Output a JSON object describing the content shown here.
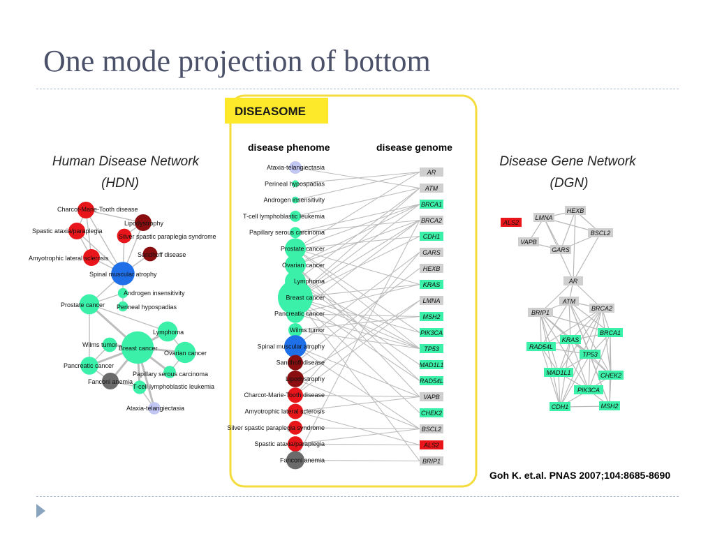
{
  "slide": {
    "title": "One mode projection of bottom",
    "citation": "Goh K. et.al. PNAS 2007;104:8685-8690"
  },
  "colors": {
    "cancer": "#3bf0a8",
    "neuro": "#e8161a",
    "sma": "#1f6fe8",
    "dark_red": "#8a0e10",
    "gray_node": "#6b6b6b",
    "light_blue": "#c2c6f2",
    "gene_gray": "#cfcfcf",
    "gene_green": "#3bf0a8",
    "gene_red": "#e8161a",
    "badge": "#fde92a",
    "frame": "#f4dc3c"
  },
  "hdn": {
    "title_line1": "Human Disease Network",
    "title_line2": "(HDN)",
    "nodes": [
      {
        "id": "cmt",
        "label": "Charcot-Marie-Tooth disease",
        "color": "neuro",
        "size": 1.0
      },
      {
        "id": "lipo",
        "label": "Lipodystrophy",
        "color": "dark_red",
        "size": 1.0
      },
      {
        "id": "spastic",
        "label": "Spastic ataxia/paraplegia",
        "color": "neuro",
        "size": 1.0
      },
      {
        "id": "silver",
        "label": "Silver spastic paraplegia syndrome",
        "color": "neuro",
        "size": 0.8
      },
      {
        "id": "sandhoff",
        "label": "Sandhoff disease",
        "color": "dark_red",
        "size": 0.8
      },
      {
        "id": "als",
        "label": "Amyotrophic lateral sclerosis",
        "color": "neuro",
        "size": 1.0
      },
      {
        "id": "sma",
        "label": "Spinal muscular atrophy",
        "color": "sma",
        "size": 1.6
      },
      {
        "id": "andro",
        "label": "Androgen insensitivity",
        "color": "cancer",
        "size": 0.4
      },
      {
        "id": "perineal",
        "label": "Perineal hypospadias",
        "color": "cancer",
        "size": 0.4
      },
      {
        "id": "prostate",
        "label": "Prostate cancer",
        "color": "cancer",
        "size": 1.3
      },
      {
        "id": "lymphoma",
        "label": "Lymphoma",
        "color": "cancer",
        "size": 1.3
      },
      {
        "id": "wilms",
        "label": "Wilms tumor",
        "color": "cancer",
        "size": 0.8
      },
      {
        "id": "breast",
        "label": "Breast cancer",
        "color": "cancer",
        "size": 2.4
      },
      {
        "id": "ovarian",
        "label": "Ovarian cancer",
        "color": "cancer",
        "size": 1.4
      },
      {
        "id": "pancreatic",
        "label": "Pancreatic cancer",
        "color": "cancer",
        "size": 1.1
      },
      {
        "id": "papillary",
        "label": "Papillary serous carcinoma",
        "color": "cancer",
        "size": 0.6
      },
      {
        "id": "fanconi",
        "label": "Fanconi anemia",
        "color": "gray_node",
        "size": 1.0
      },
      {
        "id": "tcell",
        "label": "T-cell lymphoblastic leukemia",
        "color": "cancer",
        "size": 0.7
      },
      {
        "id": "ataxia",
        "label": "Ataxia-telangiectasia",
        "color": "light_blue",
        "size": 0.6
      }
    ],
    "edges": [
      [
        "cmt",
        "lipo"
      ],
      [
        "cmt",
        "spastic"
      ],
      [
        "cmt",
        "als"
      ],
      [
        "cmt",
        "sma"
      ],
      [
        "lipo",
        "sma"
      ],
      [
        "lipo",
        "silver"
      ],
      [
        "spastic",
        "als"
      ],
      [
        "spastic",
        "sma"
      ],
      [
        "silver",
        "sma"
      ],
      [
        "sandhoff",
        "sma"
      ],
      [
        "als",
        "sma"
      ],
      [
        "sma",
        "andro"
      ],
      [
        "sma",
        "prostate"
      ],
      [
        "andro",
        "perineal"
      ],
      [
        "andro",
        "prostate"
      ],
      [
        "prostate",
        "breast"
      ],
      [
        "prostate",
        "lymphoma"
      ],
      [
        "prostate",
        "pancreatic"
      ],
      [
        "breast",
        "lymphoma"
      ],
      [
        "breast",
        "ovarian"
      ],
      [
        "breast",
        "wilms"
      ],
      [
        "breast",
        "pancreatic"
      ],
      [
        "breast",
        "fanconi"
      ],
      [
        "breast",
        "papillary"
      ],
      [
        "breast",
        "tcell"
      ],
      [
        "breast",
        "ataxia"
      ],
      [
        "ovarian",
        "lymphoma"
      ],
      [
        "ovarian",
        "papillary"
      ],
      [
        "pancreatic",
        "fanconi"
      ],
      [
        "wilms",
        "pancreatic"
      ],
      [
        "tcell",
        "ataxia"
      ],
      [
        "fanconi",
        "tcell"
      ]
    ]
  },
  "diseasome": {
    "badge": "DISEASOME",
    "phenome_title": "disease phenome",
    "genome_title": "disease genome",
    "diseases": [
      {
        "label": "Ataxia-telangiectasia",
        "color": "light_blue",
        "size": 0.6
      },
      {
        "label": "Perineal hypospadias",
        "color": "cancer",
        "size": 0.2
      },
      {
        "label": "Androgen insensitivity",
        "color": "cancer",
        "size": 0.2
      },
      {
        "label": "T-cell lymphoblastic leukemia",
        "color": "cancer",
        "size": 0.5
      },
      {
        "label": "Papillary serous carcinoma",
        "color": "cancer",
        "size": 0.5
      },
      {
        "label": "Prostate cancer",
        "color": "cancer",
        "size": 1.2
      },
      {
        "label": "Ovarian cancer",
        "color": "cancer",
        "size": 1.2
      },
      {
        "label": "Lymphoma",
        "color": "cancer",
        "size": 1.2
      },
      {
        "label": "Breast cancer",
        "color": "cancer",
        "size": 2.2
      },
      {
        "label": "Pancreatic cancer",
        "color": "cancer",
        "size": 1.0
      },
      {
        "label": "Wilms tumor",
        "color": "cancer",
        "size": 0.7
      },
      {
        "label": "Spinal muscular atrophy",
        "color": "sma",
        "size": 1.3
      },
      {
        "label": "Sandhoff disease",
        "color": "dark_red",
        "size": 0.8
      },
      {
        "label": "Lipodystrophy",
        "color": "dark_red",
        "size": 0.9
      },
      {
        "label": "Charcot-Marie-Tooth disease",
        "color": "neuro",
        "size": 0.8
      },
      {
        "label": "Amyotrophic lateral sclerosis",
        "color": "neuro",
        "size": 0.8
      },
      {
        "label": "Silver spastic paraplegia syndrome",
        "color": "neuro",
        "size": 0.7
      },
      {
        "label": "Spastic ataxia/paraplegia",
        "color": "neuro",
        "size": 0.8
      },
      {
        "label": "Fanconi anemia",
        "color": "gray_node",
        "size": 1.0
      }
    ],
    "genes": [
      {
        "label": "AR",
        "color": "gene_gray"
      },
      {
        "label": "ATM",
        "color": "gene_gray"
      },
      {
        "label": "BRCA1",
        "color": "gene_green"
      },
      {
        "label": "BRCA2",
        "color": "gene_gray"
      },
      {
        "label": "CDH1",
        "color": "gene_green"
      },
      {
        "label": "GARS",
        "color": "gene_gray"
      },
      {
        "label": "HEXB",
        "color": "gene_gray"
      },
      {
        "label": "KRAS",
        "color": "gene_green"
      },
      {
        "label": "LMNA",
        "color": "gene_gray"
      },
      {
        "label": "MSH2",
        "color": "gene_green"
      },
      {
        "label": "PIK3CA",
        "color": "gene_green"
      },
      {
        "label": "TP53",
        "color": "gene_green"
      },
      {
        "label": "MAD1L1",
        "color": "gene_green"
      },
      {
        "label": "RAD54L",
        "color": "gene_green"
      },
      {
        "label": "VAPB",
        "color": "gene_gray"
      },
      {
        "label": "CHEK2",
        "color": "gene_green"
      },
      {
        "label": "BSCL2",
        "color": "gene_gray"
      },
      {
        "label": "ALS2",
        "color": "gene_red"
      },
      {
        "label": "BRIP1",
        "color": "gene_gray"
      }
    ],
    "links": [
      [
        0,
        1
      ],
      [
        1,
        0
      ],
      [
        2,
        0
      ],
      [
        3,
        1
      ],
      [
        4,
        2
      ],
      [
        4,
        3
      ],
      [
        5,
        0
      ],
      [
        5,
        2
      ],
      [
        5,
        4
      ],
      [
        5,
        7
      ],
      [
        5,
        10
      ],
      [
        5,
        11
      ],
      [
        6,
        2
      ],
      [
        6,
        3
      ],
      [
        6,
        13
      ],
      [
        6,
        14
      ],
      [
        7,
        1
      ],
      [
        7,
        11
      ],
      [
        7,
        12
      ],
      [
        8,
        1
      ],
      [
        8,
        2
      ],
      [
        8,
        3
      ],
      [
        8,
        4
      ],
      [
        8,
        7
      ],
      [
        8,
        10
      ],
      [
        8,
        11
      ],
      [
        8,
        13
      ],
      [
        8,
        15
      ],
      [
        8,
        18
      ],
      [
        9,
        3
      ],
      [
        9,
        7
      ],
      [
        9,
        9
      ],
      [
        9,
        11
      ],
      [
        10,
        11
      ],
      [
        10,
        9
      ],
      [
        11,
        5
      ],
      [
        11,
        16
      ],
      [
        11,
        14
      ],
      [
        12,
        6
      ],
      [
        13,
        8
      ],
      [
        13,
        16
      ],
      [
        14,
        5
      ],
      [
        14,
        8
      ],
      [
        14,
        14
      ],
      [
        15,
        14
      ],
      [
        15,
        17
      ],
      [
        16,
        16
      ],
      [
        17,
        17
      ],
      [
        17,
        16
      ],
      [
        18,
        3
      ],
      [
        18,
        18
      ]
    ]
  },
  "dgn": {
    "title_line1": "Disease Gene Network",
    "title_line2": "(DGN)",
    "genes": [
      {
        "id": "ALS2",
        "label": "ALS2",
        "color": "gene_red"
      },
      {
        "id": "LMNA",
        "label": "LMNA",
        "color": "gene_gray"
      },
      {
        "id": "HEXB",
        "label": "HEXB",
        "color": "gene_gray"
      },
      {
        "id": "BSCL2",
        "label": "BSCL2",
        "color": "gene_gray"
      },
      {
        "id": "VAPB",
        "label": "VAPB",
        "color": "gene_gray"
      },
      {
        "id": "GARS",
        "label": "GARS",
        "color": "gene_gray"
      },
      {
        "id": "AR",
        "label": "AR",
        "color": "gene_gray"
      },
      {
        "id": "ATM",
        "label": "ATM",
        "color": "gene_gray"
      },
      {
        "id": "BRCA2",
        "label": "BRCA2",
        "color": "gene_gray"
      },
      {
        "id": "BRIP1",
        "label": "BRIP1",
        "color": "gene_gray"
      },
      {
        "id": "BRCA1",
        "label": "BRCA1",
        "color": "gene_green"
      },
      {
        "id": "KRAS",
        "label": "KRAS",
        "color": "gene_green"
      },
      {
        "id": "RAD54L",
        "label": "RAD54L",
        "color": "gene_green"
      },
      {
        "id": "TP53",
        "label": "TP53",
        "color": "gene_green"
      },
      {
        "id": "MAD1L1",
        "label": "MAD1L1",
        "color": "gene_green"
      },
      {
        "id": "CHEK2",
        "label": "CHEK2",
        "color": "gene_green"
      },
      {
        "id": "PIK3CA",
        "label": "PIK3CA",
        "color": "gene_green"
      },
      {
        "id": "CDH1",
        "label": "CDH1",
        "color": "gene_green"
      },
      {
        "id": "MSH2",
        "label": "MSH2",
        "color": "gene_green"
      }
    ],
    "edges": [
      [
        "LMNA",
        "HEXB"
      ],
      [
        "LMNA",
        "BSCL2"
      ],
      [
        "LMNA",
        "GARS"
      ],
      [
        "LMNA",
        "VAPB"
      ],
      [
        "HEXB",
        "BSCL2"
      ],
      [
        "HEXB",
        "GARS"
      ],
      [
        "HEXB",
        "AR"
      ],
      [
        "BSCL2",
        "GARS"
      ],
      [
        "BSCL2",
        "AR"
      ],
      [
        "VAPB",
        "GARS"
      ],
      [
        "LMNA",
        "AR"
      ],
      [
        "AR",
        "ATM"
      ],
      [
        "AR",
        "BRCA2"
      ],
      [
        "AR",
        "BRIP1"
      ],
      [
        "ATM",
        "BRCA2"
      ],
      [
        "ATM",
        "BRIP1"
      ],
      [
        "ATM",
        "KRAS"
      ],
      [
        "ATM",
        "TP53"
      ],
      [
        "ATM",
        "BRCA1"
      ],
      [
        "ATM",
        "CHEK2"
      ],
      [
        "ATM",
        "RAD54L"
      ],
      [
        "ATM",
        "MSH2"
      ],
      [
        "BRCA2",
        "BRCA1"
      ],
      [
        "BRCA2",
        "TP53"
      ],
      [
        "BRCA2",
        "CHEK2"
      ],
      [
        "BRCA2",
        "KRAS"
      ],
      [
        "BRCA2",
        "RAD54L"
      ],
      [
        "BRCA2",
        "MAD1L1"
      ],
      [
        "BRCA2",
        "CDH1"
      ],
      [
        "BRIP1",
        "KRAS"
      ],
      [
        "BRIP1",
        "RAD54L"
      ],
      [
        "BRIP1",
        "TP53"
      ],
      [
        "BRIP1",
        "MAD1L1"
      ],
      [
        "BRIP1",
        "CDH1"
      ],
      [
        "BRIP1",
        "PIK3CA"
      ],
      [
        "BRIP1",
        "BRCA1"
      ],
      [
        "BRCA1",
        "TP53"
      ],
      [
        "BRCA1",
        "CHEK2"
      ],
      [
        "BRCA1",
        "KRAS"
      ],
      [
        "BRCA1",
        "PIK3CA"
      ],
      [
        "BRCA1",
        "MSH2"
      ],
      [
        "KRAS",
        "TP53"
      ],
      [
        "KRAS",
        "RAD54L"
      ],
      [
        "KRAS",
        "PIK3CA"
      ],
      [
        "KRAS",
        "MAD1L1"
      ],
      [
        "KRAS",
        "CDH1"
      ],
      [
        "TP53",
        "CHEK2"
      ],
      [
        "TP53",
        "PIK3CA"
      ],
      [
        "TP53",
        "MAD1L1"
      ],
      [
        "TP53",
        "RAD54L"
      ],
      [
        "TP53",
        "MSH2"
      ],
      [
        "TP53",
        "CDH1"
      ],
      [
        "RAD54L",
        "MAD1L1"
      ],
      [
        "RAD54L",
        "CDH1"
      ],
      [
        "MAD1L1",
        "PIK3CA"
      ],
      [
        "MAD1L1",
        "CDH1"
      ],
      [
        "CHEK2",
        "PIK3CA"
      ],
      [
        "CHEK2",
        "MSH2"
      ],
      [
        "PIK3CA",
        "CDH1"
      ],
      [
        "PIK3CA",
        "MSH2"
      ],
      [
        "CDH1",
        "MSH2"
      ],
      [
        "KRAS",
        "CHEK2"
      ]
    ]
  }
}
